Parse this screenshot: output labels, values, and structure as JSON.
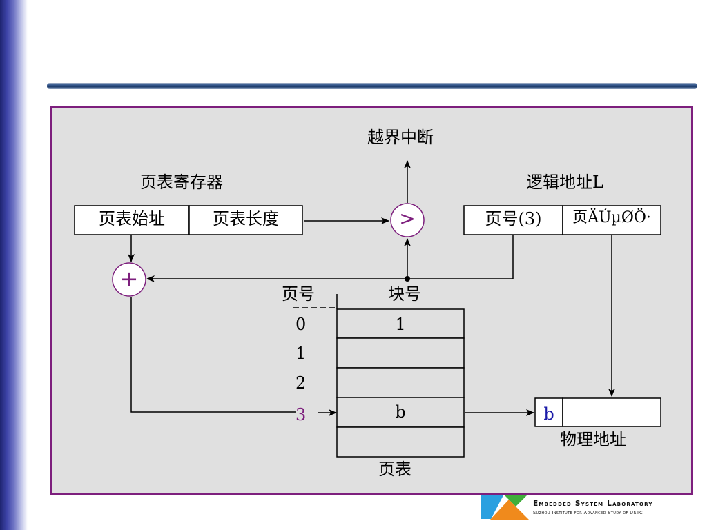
{
  "diagram": {
    "overflow_interrupt": "越界中断",
    "page_table_register": "页表寄存器",
    "pt_start_address": "页表始址",
    "pt_length": "页表长度",
    "compare_symbol": ">",
    "logical_address": "逻辑地址L",
    "page_number_field": "页号(3)",
    "page_offset_field": "页ÄÚµØÖ·",
    "add_symbol": "+",
    "col_page_number": "页号",
    "col_block_number": "块号",
    "rows": [
      {
        "page": "0",
        "block": "1"
      },
      {
        "page": "1",
        "block": ""
      },
      {
        "page": "2",
        "block": ""
      },
      {
        "page": "3",
        "block": "b"
      },
      {
        "page": "",
        "block": ""
      }
    ],
    "page_table_caption": "页表",
    "physical_block": "b",
    "physical_address": "物理地址"
  },
  "logo": {
    "title": "Embedded System Laboratory",
    "subtitle": "Suzhou Institute for Advanced Study of USTC"
  },
  "colors": {
    "frame_border": "#7d1f7d",
    "frame_fill": "#e0e0e0",
    "highlight_purple": "#7d1f7d",
    "block_blue": "#1a1aa8"
  }
}
